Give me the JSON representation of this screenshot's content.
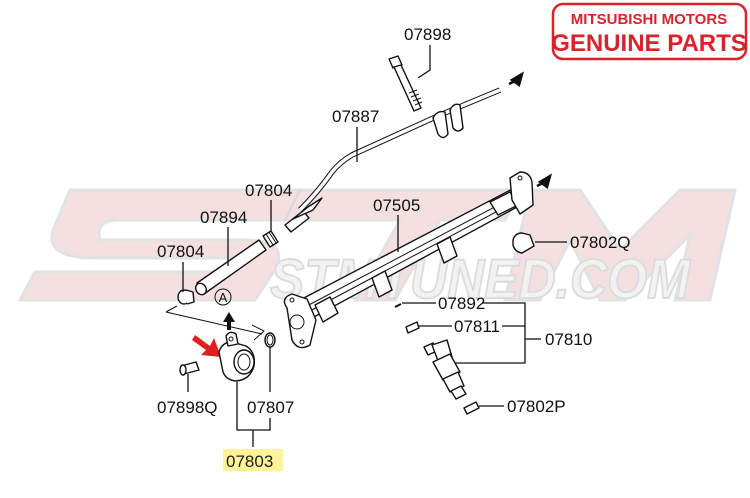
{
  "logo": {
    "line1": "MITSUBISHI MOTORS",
    "line2": "GENUINE PARTS",
    "color": "#d8232a"
  },
  "watermark": {
    "big": "STM",
    "small": "STMTUNED.COM"
  },
  "reference_marker": "A",
  "highlight_color": "#fdf39a",
  "pointer_arrow_color": "#e41e1e",
  "parts": {
    "p07898": "07898",
    "p07887": "07887",
    "p07804_top": "07804",
    "p07894": "07894",
    "p07804_left": "07804",
    "p07505": "07505",
    "p07802Q": "07802Q",
    "p07892": "07892",
    "p07811": "07811",
    "p07810": "07810",
    "p07802P": "07802P",
    "p07898Q": "07898Q",
    "p07807": "07807",
    "p07803": "07803"
  }
}
